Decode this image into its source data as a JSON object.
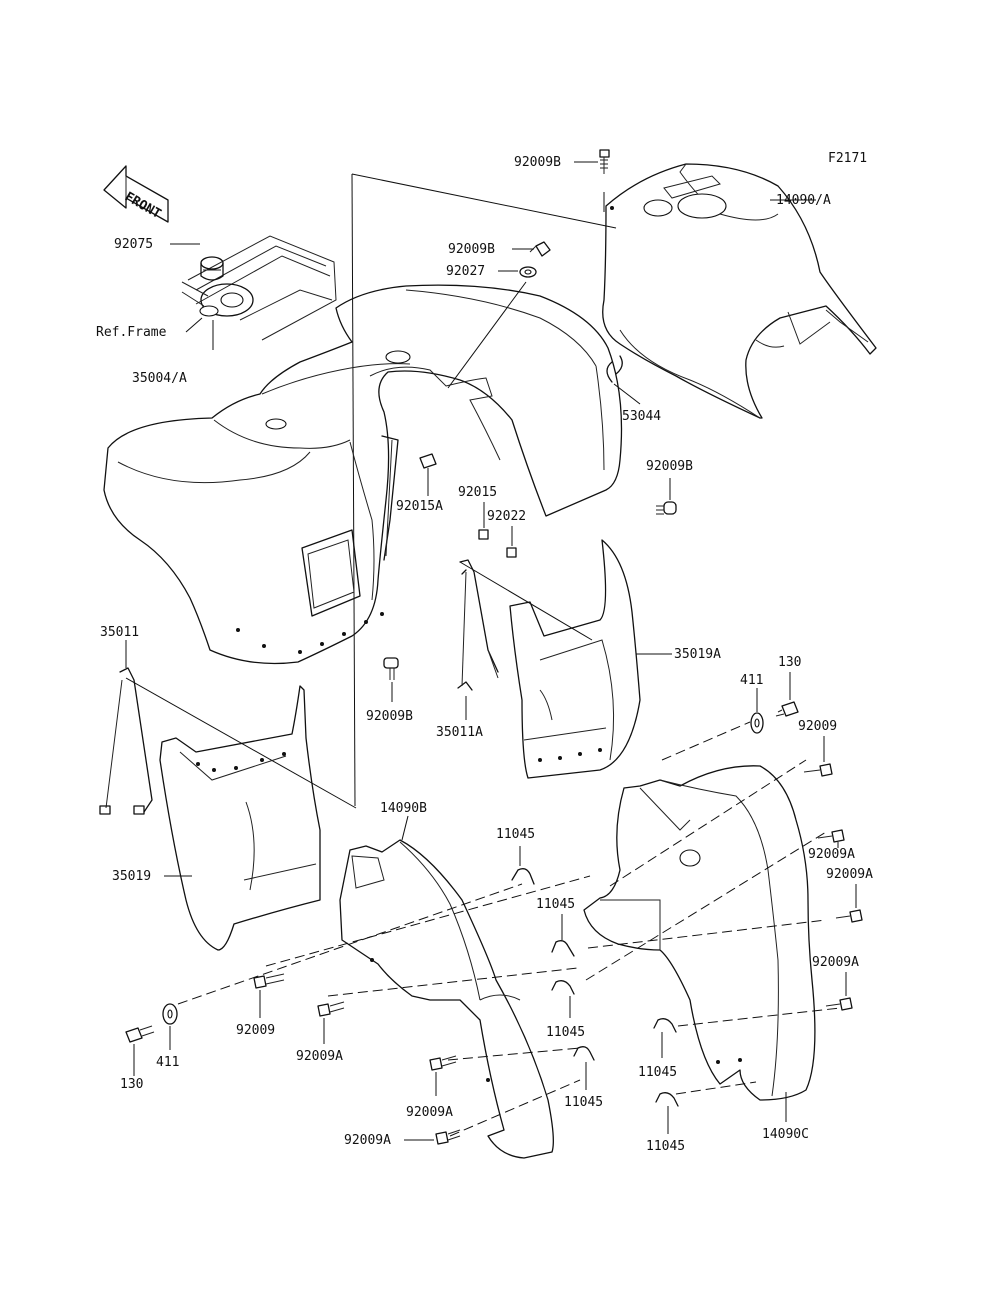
{
  "figure_id": "F2171",
  "front_arrow": "FRONT",
  "ref_frame": "Ref.Frame",
  "labels": {
    "l_92009B_top": "92009B",
    "l_14090A": "14090/A",
    "l_92075": "92075",
    "l_92009B_mid": "92009B",
    "l_92027": "92027",
    "l_35004A": "35004/A",
    "l_53044": "53044",
    "l_92009B_right": "92009B",
    "l_92015": "92015",
    "l_92015A": "92015A",
    "l_92022": "92022",
    "l_35011": "35011",
    "l_35019A": "35019A",
    "l_130_right": "130",
    "l_411_right": "411",
    "l_92009_right": "92009",
    "l_92009B_low": "92009B",
    "l_35011A": "35011A",
    "l_14090B": "14090B",
    "l_11045_a": "11045",
    "l_92009A_r1": "92009A",
    "l_92009A_r2": "92009A",
    "l_35019": "35019",
    "l_11045_b": "11045",
    "l_92009A_r3": "92009A",
    "l_92009_left": "92009",
    "l_11045_c": "11045",
    "l_92009A_left": "92009A",
    "l_11045_d": "11045",
    "l_11045_e": "11045",
    "l_130_left": "130",
    "l_411_left": "411",
    "l_92009A_bottom1": "92009A",
    "l_92009A_bottom2": "92009A",
    "l_11045_f": "11045",
    "l_14090C": "14090C"
  }
}
